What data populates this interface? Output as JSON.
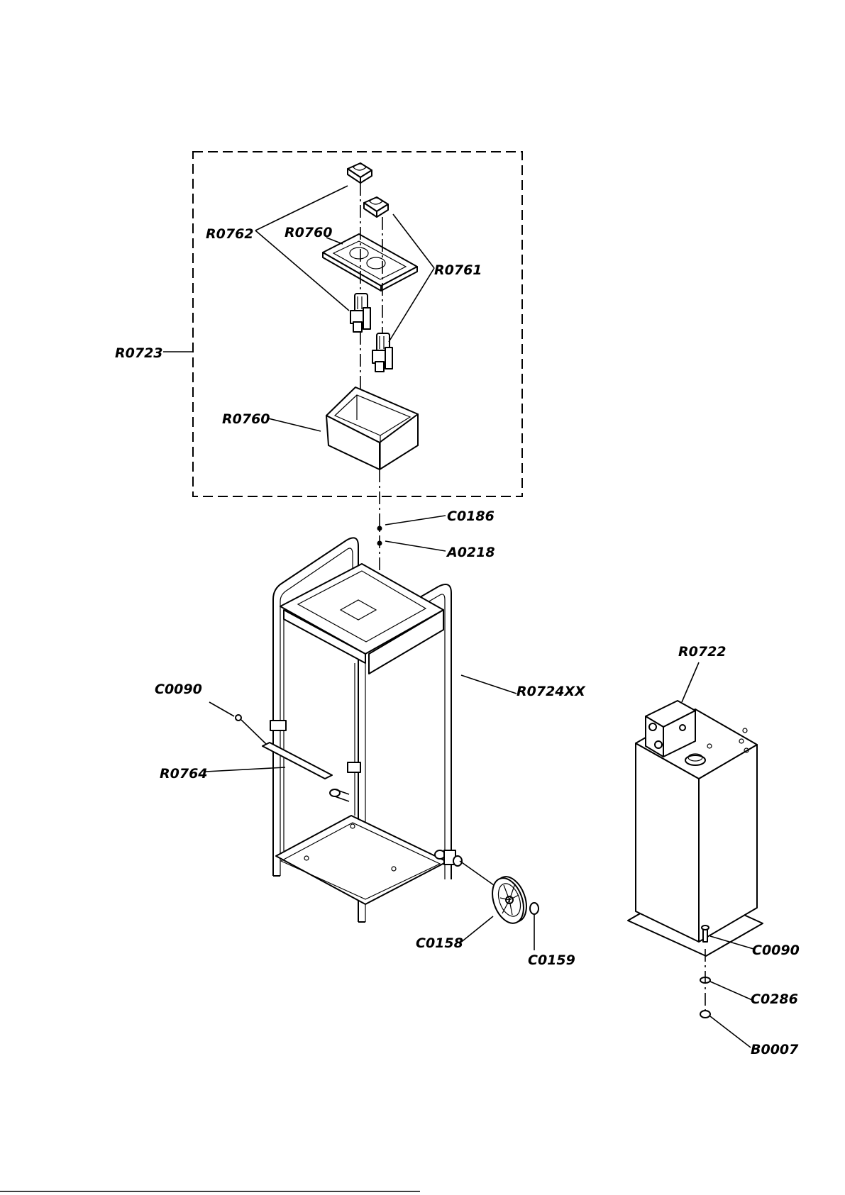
{
  "labels": {
    "r0762": "R0762",
    "r0760_top": "R0760",
    "r0761": "R0761",
    "r0723": "R0723",
    "r0760_box": "R0760",
    "c0186": "C0186",
    "a0218": "A0218",
    "r0722": "R0722",
    "r0724xx": "R0724XX",
    "c0090_left": "C0090",
    "r0764": "R0764",
    "c0158": "C0158",
    "c0159": "C0159",
    "c0090_right": "C0090",
    "c0286": "C0286",
    "b0007": "B0007"
  },
  "colors": {
    "ink": "#000000",
    "paper": "#ffffff"
  }
}
